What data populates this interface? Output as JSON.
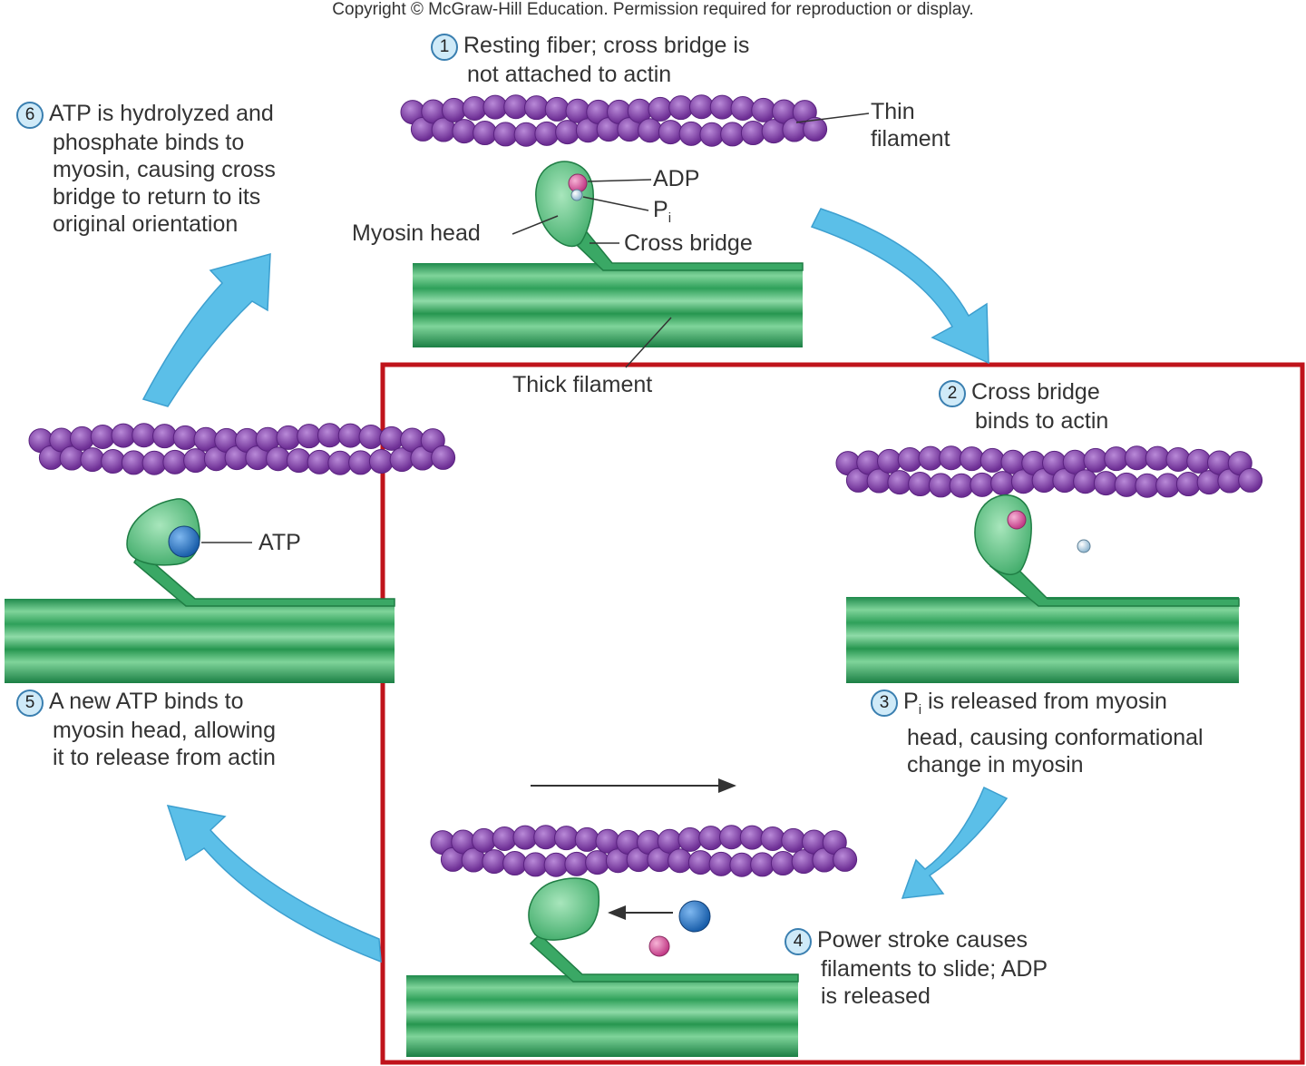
{
  "copyright": "Copyright © McGraw-Hill Education. Permission required for reproduction or display.",
  "steps": [
    {
      "num": "1",
      "lines": [
        "Resting fiber; cross bridge is",
        "not attached to actin"
      ]
    },
    {
      "num": "2",
      "lines": [
        "Cross bridge",
        "binds to actin"
      ]
    },
    {
      "num": "3",
      "lines": [
        "is released from myosin",
        "head, causing conformational",
        "change in myosin"
      ],
      "prefix": "P",
      "sub": "i"
    },
    {
      "num": "4",
      "lines": [
        "Power stroke causes",
        "filaments to slide; ADP",
        "is released"
      ]
    },
    {
      "num": "5",
      "lines": [
        "A new ATP binds to",
        "myosin head, allowing",
        "it to release from actin"
      ]
    },
    {
      "num": "6",
      "lines": [
        "ATP is hydrolyzed and",
        "phosphate binds to",
        "myosin, causing cross",
        "bridge to return to its",
        "original orientation"
      ]
    }
  ],
  "labels": {
    "thin_filament": [
      "Thin",
      "filament"
    ],
    "adp": "ADP",
    "pi": "P",
    "pi_sub": "i",
    "myosin_head": "Myosin head",
    "cross_bridge": "Cross bridge",
    "thick_filament": "Thick filament",
    "atp": "ATP"
  },
  "colors": {
    "actin": "#7b3fa0",
    "actin_light": "#a772c9",
    "myosin": "#2fa05a",
    "myosin_light": "#7fd49a",
    "cycle_arrow": "#5bbfe8",
    "highlight_box": "#c0141b",
    "atp": "#1f6fc0",
    "adp": "#d84a9a"
  }
}
